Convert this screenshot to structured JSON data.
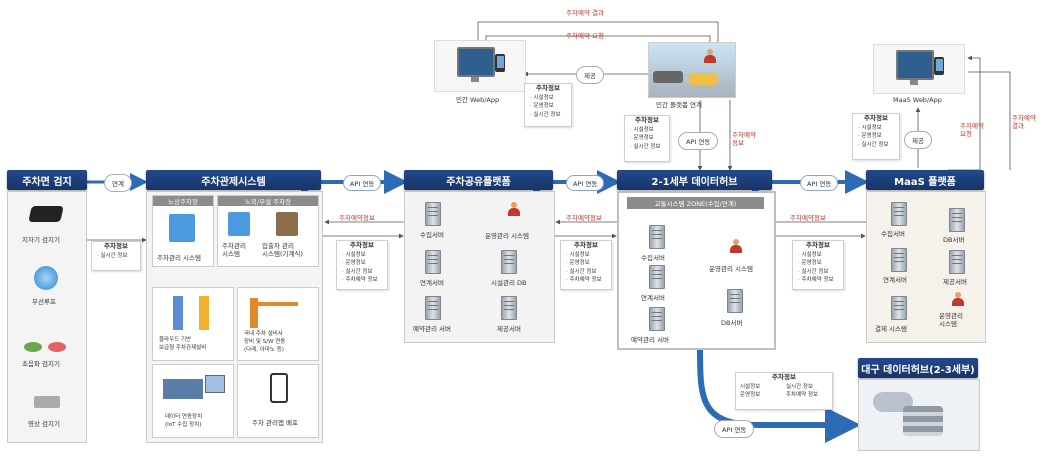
{
  "reservation_result": "주차예약 결과",
  "reservation_request": "주차예약 요청",
  "private_web_app": "민간 Web/App",
  "private_platform_link": "민간 플랫폼 연계",
  "provide": "제공",
  "maas_web_app": "MaaS Web/App",
  "maas_reservation_request": "주차예약\n요청",
  "maas_reservation_result": "주차예약\n결과",
  "private_info": {
    "title": "주차정보",
    "items": [
      "시설정보",
      "운영정보",
      "실시간 정보"
    ]
  },
  "platform_info": {
    "title": "주차정보",
    "items": [
      "시설정보",
      "운영정보",
      "실시간 정보"
    ]
  },
  "maas_info": {
    "title": "주차정보",
    "items": [
      "시설정보",
      "운영정보",
      "실시간 정보"
    ]
  },
  "api_link": "API 연동",
  "link": "연계",
  "reservation_info": "주차예약\n정보",
  "detection": {
    "header": "주차면 검지",
    "items": [
      "지자기 검지기",
      "무선루프",
      "초음파 검지기",
      "영상 검지기"
    ]
  },
  "detect_info": {
    "title": "주차정보",
    "items": [
      "실시간 정보"
    ]
  },
  "control": {
    "header": "주차관제시스템",
    "street_parking": "노상주차장",
    "offstreet_parking": "노외/부설 주차장",
    "mgmt_system": "주차관리 시스템",
    "control_system": "주차관리\n시스템",
    "entry_system": "입출차 관리\n시스템(기계식)",
    "tile1": "블라우드 기반\n보급형 주차관제설비",
    "tile2": "국내 주차 설비사\n장비 및 S/W 연동\n(다래, 아마노 등)",
    "tile3": "데이터 연동장치\n(IoT 수집 장치)",
    "tile4": "주차 관리앱 배포"
  },
  "control_info": {
    "title": "주차정보",
    "items": [
      "시설정보",
      "운영정보",
      "실시간 정보",
      "주차예약 정보"
    ]
  },
  "sharing": {
    "header": "주차공유플랫폼",
    "collect_server": "수집서버",
    "link_server": "연계서버",
    "reserve_server": "예약관리 서버",
    "ops_system": "운영관리 시스템",
    "facility_db": "시설관리 DB",
    "provide_server": "제공서버"
  },
  "reservation_info_label": "주차예약정보",
  "sharing_info": {
    "title": "주차정보",
    "items": [
      "시설정보",
      "운영정보",
      "실시간 정보",
      "주차예약 정보"
    ]
  },
  "hub": {
    "header": "2-1세부 데이터허브",
    "zone": "교통시스템 ZONE(수집/연계)",
    "collect_server": "수집서버",
    "link_server": "연계서버",
    "reserve_server": "예약관리 서버",
    "ops_system": "운영관리 시스템",
    "db_server": "DB서버"
  },
  "hub_info": {
    "title": "주차정보",
    "items": [
      "시설정보",
      "운영정보",
      "실시간 정보",
      "주차예약 정보"
    ]
  },
  "maas": {
    "header": "MaaS 플랫폼",
    "collect_server": "수집서버",
    "link_server": "연계서버",
    "payment_system": "결제 시스템",
    "db_server": "DB서버",
    "provide_server": "제공서버",
    "ops_system": "운영관리\n시스템"
  },
  "daegu": {
    "header": "대구 데이터허브(2-3세부)"
  },
  "daegu_info": {
    "title": "주차정보",
    "items": [
      "시설정보",
      "실시간 정보",
      "운영정보",
      "주차예약 정보"
    ]
  }
}
